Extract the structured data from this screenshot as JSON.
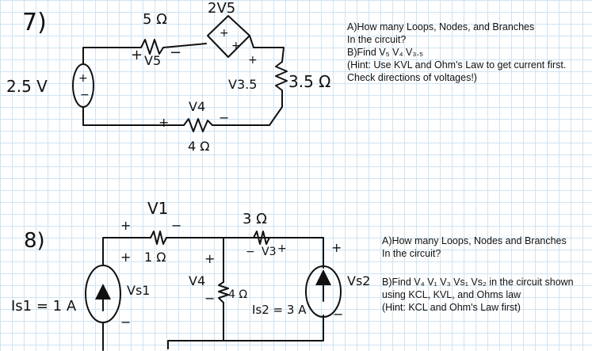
{
  "problem7": {
    "number": "7)",
    "source_label": "2.5 V",
    "r1_label": "5 Ω",
    "v5_label": "V5",
    "v5_plus": "+",
    "v5_minus": "−",
    "dep_source_label": "2V5",
    "r35_label": "3.5 Ω",
    "v35_label": "V3.5",
    "v35_plus": "+",
    "r4_label": "4 Ω",
    "v4_label": "V4",
    "v4_plus": "+",
    "v4_minus": "−",
    "questions": {
      "q_a1": "A)How many Loops, Nodes, and Branches",
      "q_a2": "In the circuit?",
      "q_b": "B)Find V₅ V₄ V₃.₅",
      "hint1": "(Hint: Use KVL and Ohm's Law to get current first.",
      "hint2": "Check directions of voltages!)"
    }
  },
  "problem8": {
    "number": "8)",
    "is1_label": "Is1 = 1 A",
    "vs1_label": "Vs1",
    "vs1_plus": "+",
    "vs1_minus": "−",
    "r1_label": "1 Ω",
    "v1_label": "V1",
    "v1_plus": "+",
    "v1_minus": "−",
    "r3_label": "3 Ω",
    "v3_label": "V3",
    "v3_plus": "+",
    "v3_minus": "−",
    "r4_label": "4 Ω",
    "v4_label": "V4",
    "v4_plus": "+",
    "v4_minus": "−",
    "is2_label": "Is2 = 3 A",
    "vs2_label": "Vs2",
    "vs2_plus": "+",
    "vs2_minus": "−",
    "questions": {
      "q_a1": "A)How many Loops, Nodes and Branches",
      "q_a2": "In the circuit?",
      "q_b1": "B)Find V₄ V₁ V₃ Vs₁ Vs₂ in the circuit shown",
      "q_b2": "using KCL, KVL, and Ohms law",
      "hint": "(Hint: KCL and Ohm's Law first)"
    }
  }
}
